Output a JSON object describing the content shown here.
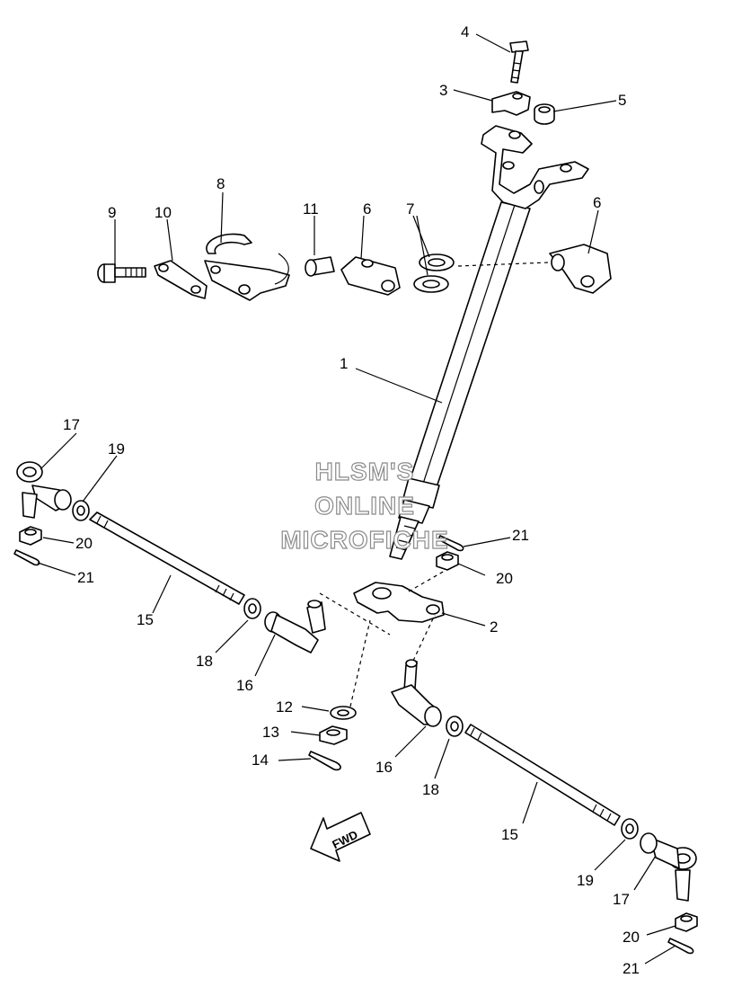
{
  "watermark": {
    "line1": "HLSM'S",
    "line2": "ONLINE",
    "line3": "MICROFICHE"
  },
  "direction_arrow": {
    "label": "FWD"
  },
  "callouts": {
    "c1": "1",
    "c2": "2",
    "c3": "3",
    "c4": "4",
    "c5": "5",
    "c6a": "6",
    "c6b": "6",
    "c7": "7",
    "c8": "8",
    "c9": "9",
    "c10": "10",
    "c11": "11",
    "c12": "12",
    "c13": "13",
    "c14": "14",
    "c15a": "15",
    "c15b": "15",
    "c16a": "16",
    "c16b": "16",
    "c17a": "17",
    "c17b": "17",
    "c18a": "18",
    "c18b": "18",
    "c19a": "19",
    "c19b": "19",
    "c20a": "20",
    "c20b": "20",
    "c20c": "20",
    "c21a": "21",
    "c21b": "21",
    "c21c": "21"
  }
}
